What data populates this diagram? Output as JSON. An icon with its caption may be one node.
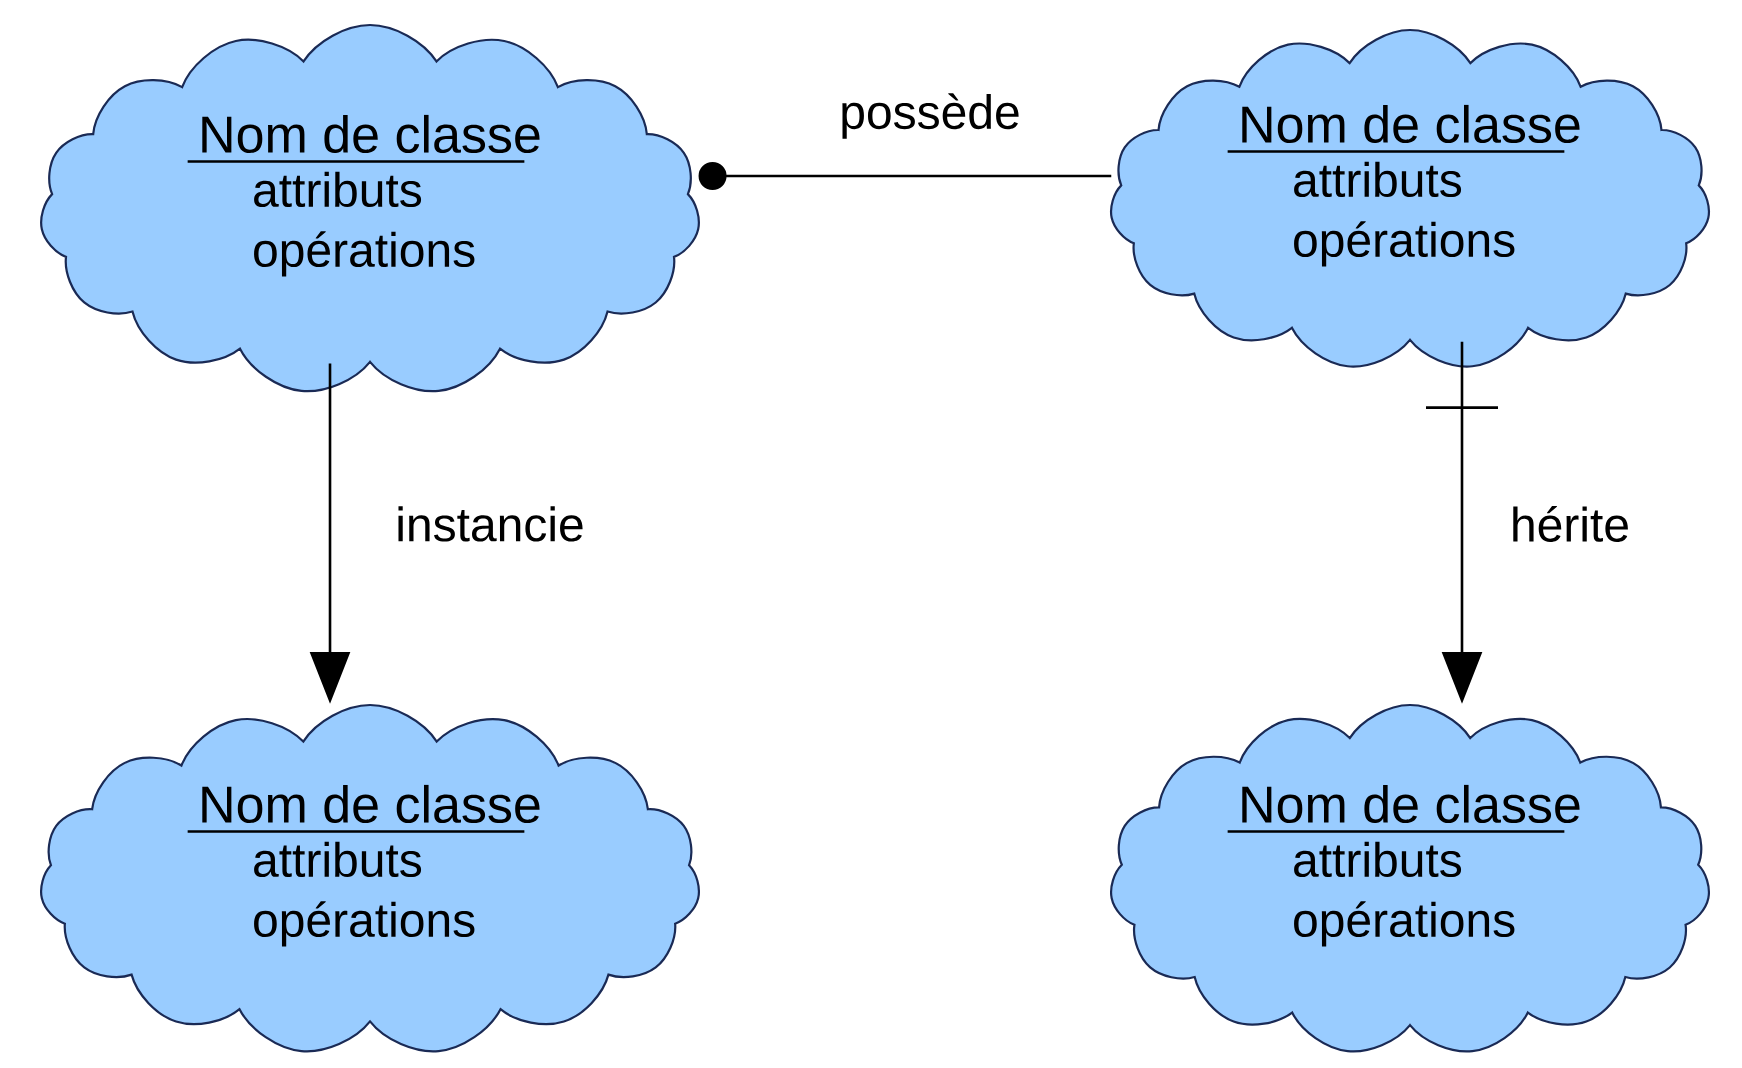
{
  "diagram": {
    "nodes": [
      {
        "text": [
          "Nom de classe",
          "attributs opérations"
        ]
      },
      {
        "text": [
          "Nom de classe",
          "attributs opérations"
        ]
      },
      {
        "text": [
          "Nom de classe",
          "attributs opérations"
        ]
      },
      {
        "text": [
          "Nom de classe",
          "attributs opérations"
        ]
      }
    ],
    "edges": [
      {
        "from": 0,
        "to": 1,
        "arrow": "other",
        "label": "possède"
      },
      {
        "from": 0,
        "to": 2,
        "arrow": "to",
        "label": "instancie"
      },
      {
        "from": 1,
        "to": 3,
        "arrow": "to",
        "label": "hérite"
      }
    ]
  }
}
